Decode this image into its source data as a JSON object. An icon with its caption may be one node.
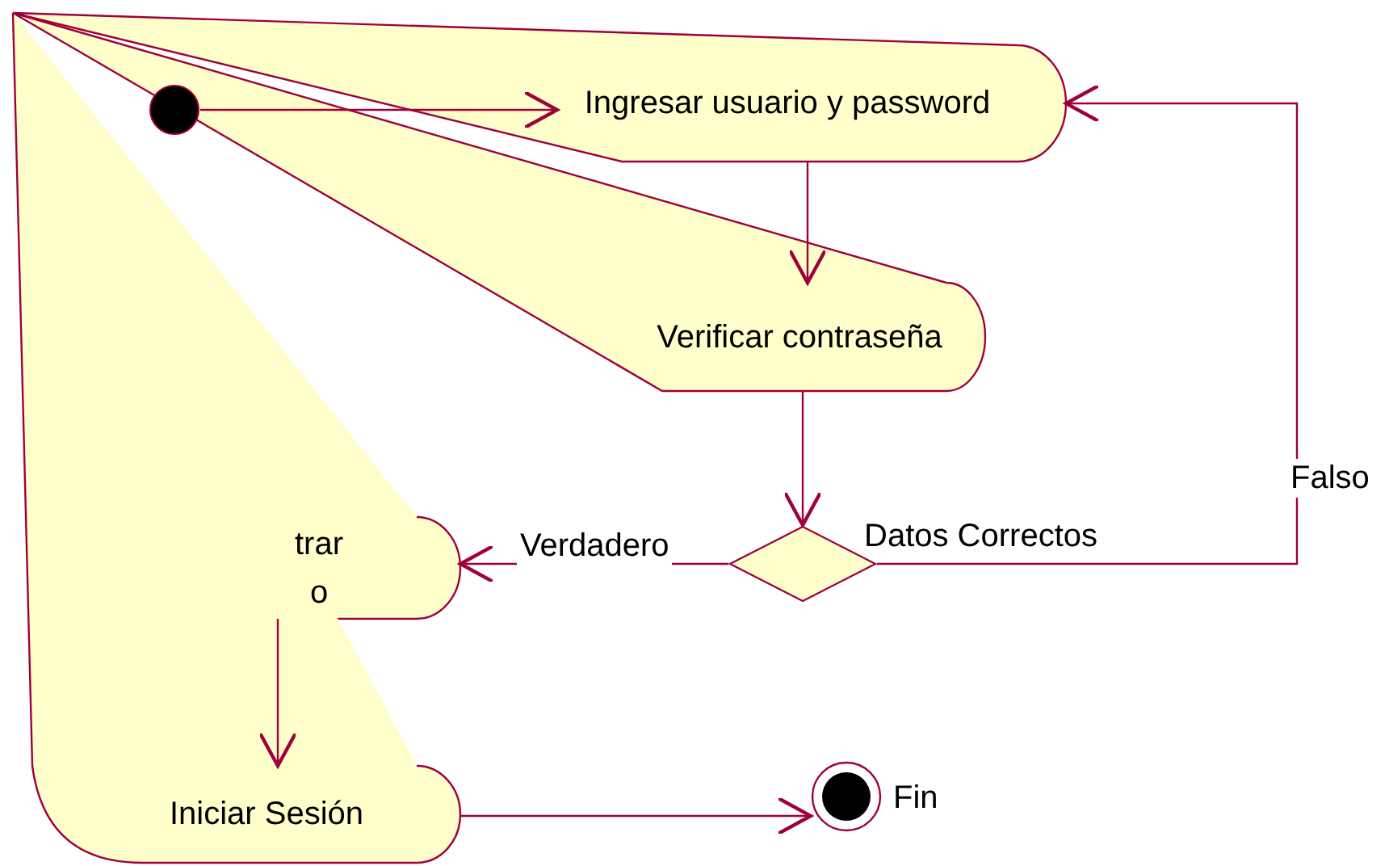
{
  "diagram": {
    "nodes": [
      {
        "text": [],
        "shape": "circle"
      },
      {
        "text": [
          "Ingresar usuario y password"
        ]
      },
      {
        "text": [
          "Verificar contraseña"
        ]
      },
      {
        "text": [],
        "shape": "diamond",
        "beside": [
          "Datos Correctos"
        ]
      },
      {
        "text": [
          "trar o"
        ]
      },
      {
        "text": [
          "Iniciar Sesión"
        ]
      },
      {
        "text": [],
        "shape": "circle",
        "beside": [
          "Fin"
        ]
      }
    ],
    "edges": [
      {
        "from": 0,
        "to": 1,
        "arrow": "to"
      },
      {
        "from": 1,
        "to": 2,
        "arrow": "to"
      },
      {
        "from": 2,
        "to": 3,
        "arrow": "to"
      },
      {
        "from": 3,
        "to": 4,
        "arrow": "to",
        "label": "Verdadero"
      },
      {
        "from": 3,
        "to": 1,
        "arrow": "to",
        "label": "Falso"
      },
      {
        "from": 4,
        "to": 5,
        "arrow": "to"
      },
      {
        "from": 5,
        "to": 6,
        "arrow": "to"
      }
    ]
  }
}
